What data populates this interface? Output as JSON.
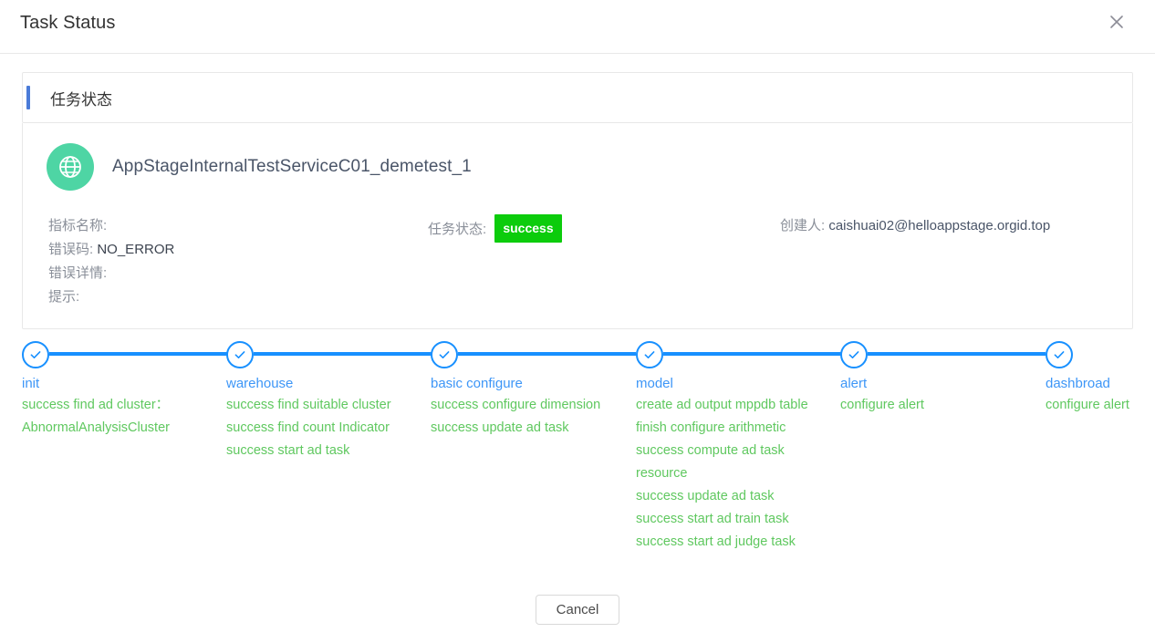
{
  "modal": {
    "title": "Task Status",
    "close_icon": "close-icon"
  },
  "card": {
    "header_title": "任务状态",
    "service_icon": "globe-icon",
    "service_name": "AppStageInternalTestServiceC01_demetest_1",
    "details": {
      "metric_name_label": "指标名称:",
      "metric_name_value": "",
      "error_code_label": "错误码:",
      "error_code_value": "NO_ERROR",
      "error_detail_label": "错误详情:",
      "error_detail_value": "",
      "tip_label": "提示:",
      "tip_value": "",
      "task_status_label": "任务状态:",
      "task_status_value": "success",
      "creator_label": "创建人:",
      "creator_value": "caishuai02@helloappstage.orgid.top"
    }
  },
  "steps": [
    {
      "title": "init",
      "messages": [
        "success find ad cluster：  AbnormalAnalysisCluster"
      ]
    },
    {
      "title": "warehouse",
      "messages": [
        "success find suitable cluster",
        "success find count Indicator",
        "success start ad task"
      ]
    },
    {
      "title": "basic configure",
      "messages": [
        "success configure dimension",
        "success update ad task"
      ]
    },
    {
      "title": "model",
      "messages": [
        "create ad output mppdb table",
        "finish configure arithmetic",
        "success compute ad task resource",
        "success update ad task",
        "success start ad train task",
        "success start ad judge task"
      ]
    },
    {
      "title": "alert",
      "messages": [
        "configure alert"
      ]
    },
    {
      "title": "dashbroad",
      "messages": [
        "configure alert"
      ]
    }
  ],
  "footer": {
    "cancel_label": "Cancel"
  },
  "colors": {
    "accent_blue": "#4a7bd8",
    "step_blue": "#1890ff",
    "step_title_blue": "#3d96f7",
    "success_green": "#0ccc0c",
    "message_green": "#5fc85f",
    "globe_teal": "#4ed5a4"
  }
}
